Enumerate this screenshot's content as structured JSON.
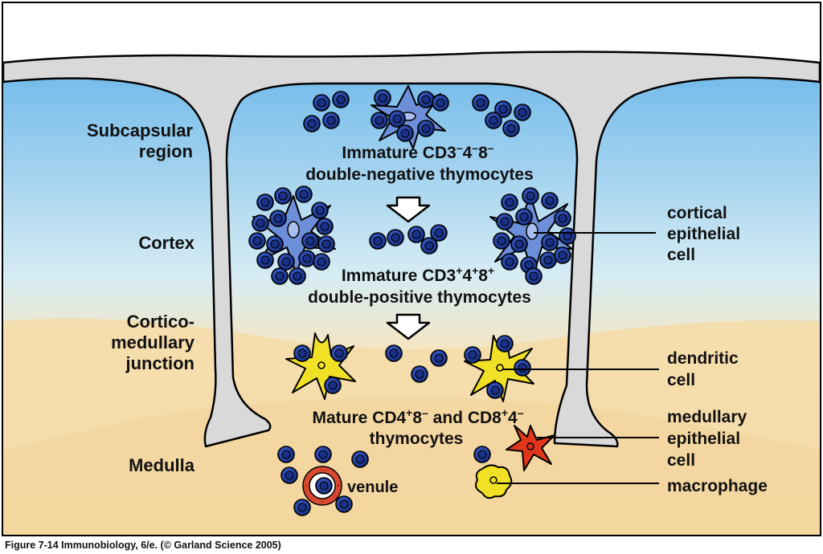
{
  "labels": {
    "subcapsular_1": "Subcapsular",
    "subcapsular_2": "region",
    "cortex": "Cortex",
    "cortico_1": "Cortico-",
    "cortico_2": "medullary",
    "cortico_3": "junction",
    "medulla": "Medulla",
    "cortical_1": "cortical",
    "cortical_2": "epithelial",
    "cortical_3": "cell",
    "dendritic_1": "dendritic",
    "dendritic_2": "cell",
    "medullary_1": "medullary",
    "medullary_2": "epithelial",
    "medullary_3": "cell",
    "macrophage": "macrophage",
    "venule": "venule"
  },
  "stages": {
    "dn_line1_pre": "Immature CD3",
    "dn_sup1": "–",
    "dn_mid1": "4",
    "dn_sup2": "–",
    "dn_mid2": "8",
    "dn_sup3": "–",
    "dn_line2": "double-negative thymocytes",
    "dp_line1_pre": "Immature CD3",
    "dp_sup1": "+",
    "dp_mid1": "4",
    "dp_sup2": "+",
    "dp_mid2": "8",
    "dp_sup3": "+",
    "dp_line2": "double-positive thymocytes",
    "mat_pre": "Mature CD4",
    "mat_sup1": "+",
    "mat_mid1": "8",
    "mat_sup2": "–",
    "mat_and": " and  CD8",
    "mat_sup3": "+",
    "mat_mid2": "4",
    "mat_sup4": "–",
    "mat_line2": "thymocytes"
  },
  "caption": "Figure 7-14  Immunobiology, 6/e. (© Garland Science 2005)",
  "colors": {
    "capsule": "#d8d8d8",
    "cortex_top": "#7fc3ec",
    "medulla": "#f3d9a2",
    "thymocyte": "#1f3d9c",
    "cortical_epithelial": "#6f8fd8",
    "dendritic": "#f2e326",
    "medullary_epithelial": "#e0371c",
    "macrophage": "#f2e326",
    "venule": "#d9492f"
  }
}
